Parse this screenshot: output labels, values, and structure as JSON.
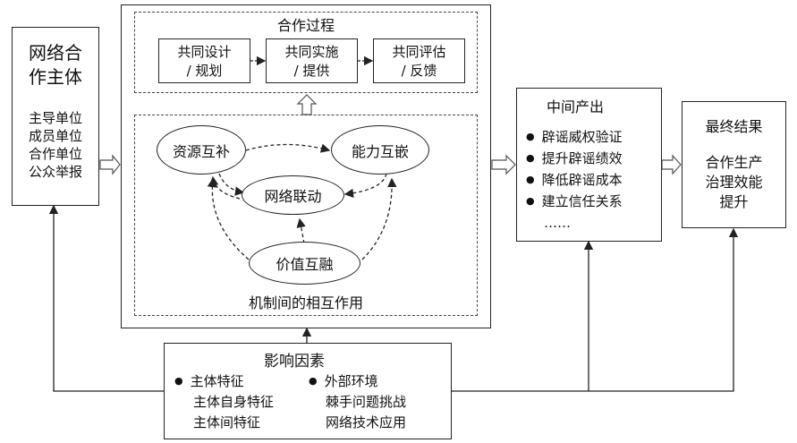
{
  "actors": {
    "title_line1": "网络合",
    "title_line2": "作主体",
    "items": [
      "主导单位",
      "成员单位",
      "合作单位",
      "公众举报"
    ]
  },
  "process": {
    "title": "合作过程",
    "steps": [
      {
        "line1": "共同设计",
        "line2": "/ 规划"
      },
      {
        "line1": "共同实施",
        "line2": "/ 提供"
      },
      {
        "line1": "共同评估",
        "line2": "/ 反馈"
      }
    ]
  },
  "mechanism": {
    "title": "机制间的相互作用",
    "resource": "资源互补",
    "capability": "能力互嵌",
    "network": "网络联动",
    "value": "价值互融"
  },
  "intermediate": {
    "title": "中间产出",
    "items": [
      "辟谣威权验证",
      "提升辟谣绩效",
      "降低辟谣成本",
      "建立信任关系"
    ],
    "ellipsis": "……"
  },
  "final": {
    "title": "最终结果",
    "lines": [
      "合作生产",
      "治理效能",
      "提升"
    ]
  },
  "factors": {
    "title": "影响因素",
    "left_head": "主体特征",
    "left_items": [
      "主体自身特征",
      "主体间特征"
    ],
    "right_head": "外部环境",
    "right_items": [
      "棘手问题挑战",
      "网络技术应用"
    ]
  }
}
